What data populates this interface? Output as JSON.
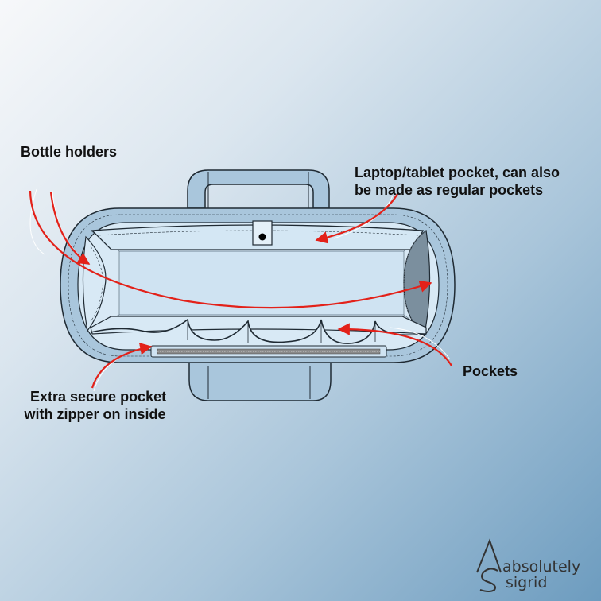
{
  "labels": {
    "bottle_holders": "Bottle holders",
    "laptop_line1": "Laptop/tablet pocket, can also",
    "laptop_line2": "be made as regular pockets",
    "pockets": "Pockets",
    "zipper_line1": "Extra secure pocket",
    "zipper_line2": "with zipper on inside"
  },
  "logo": {
    "word1": "absolutely",
    "word2": "sigrid"
  },
  "colors": {
    "bag_fill": "#a9c6dc",
    "bag_interior": "#d8e9f5",
    "outline": "#1f2a33",
    "arrow": "#e32119"
  }
}
